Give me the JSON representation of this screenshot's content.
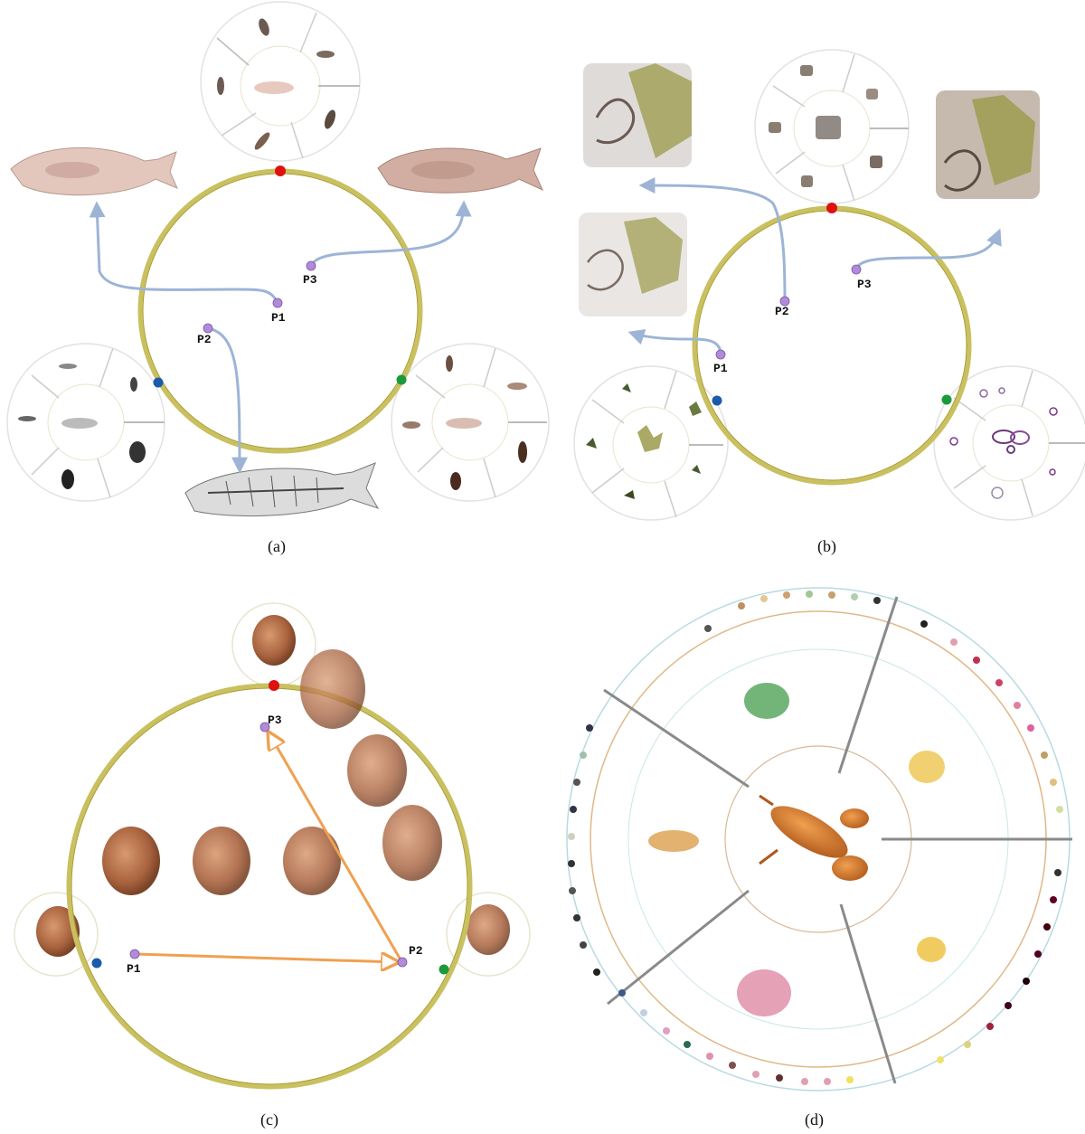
{
  "panels": [
    {
      "id": "a",
      "caption": "(a)",
      "points": [
        "P1",
        "P2",
        "P3"
      ]
    },
    {
      "id": "b",
      "caption": "(b)",
      "points": [
        "P1",
        "P2",
        "P3"
      ]
    },
    {
      "id": "c",
      "caption": "(c)",
      "points": [
        "P1",
        "P2",
        "P3"
      ]
    },
    {
      "id": "d",
      "caption": "(d)"
    }
  ],
  "colors": {
    "ring": "#c9c060",
    "ring_inner": "#a79a2a",
    "arrow_blue": "#9db4d6",
    "arrow_orange": "#f0a050",
    "point": "#b18ad8",
    "node_red": "#e01010",
    "node_blue": "#1a5cab",
    "node_green": "#1a9a3a",
    "fish": "#d9bdb1",
    "volume_olive": "#9b9a4a",
    "head": "#b5704a",
    "lobster": "#d0782a"
  }
}
